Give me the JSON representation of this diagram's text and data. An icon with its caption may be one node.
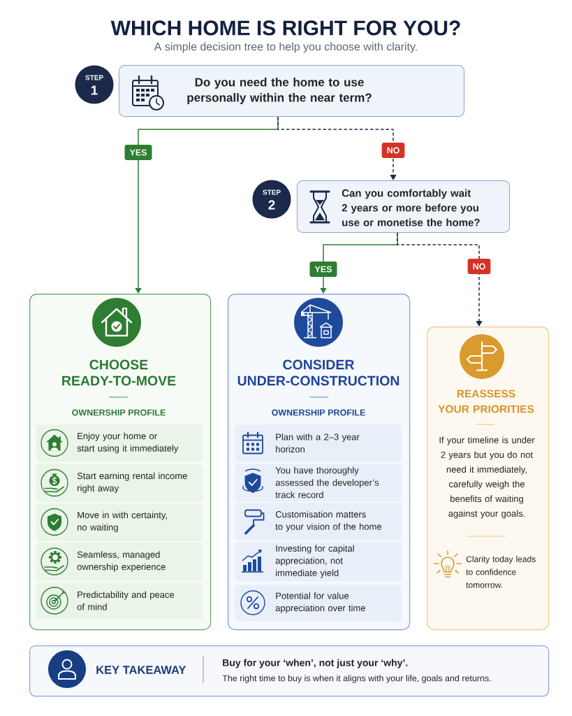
{
  "diagram": {
    "title": "WHICH HOME IS RIGHT FOR YOU?",
    "nodes": [
      {
        "text": [
          "STEP",
          "1"
        ]
      },
      {
        "text": [
          "Do you need the home to use personally within the near term?"
        ]
      },
      {
        "text": [
          "STEP",
          "2"
        ]
      },
      {
        "text": [
          "Can you comfortably wait 2 years or more before you use or monetise the home?"
        ]
      },
      {
        "text": [
          "CHOOSE READY-TO-MOVE",
          "OWNERSHIP PROFILE"
        ]
      },
      {
        "text": [
          "Enjoy your home or start using it immediately"
        ],
        "in": 4
      },
      {
        "text": [
          "Start earning rental income right away"
        ],
        "in": 4
      },
      {
        "text": [
          "Move in with certainty, no waiting"
        ],
        "in": 4
      },
      {
        "text": [
          "Seamless, managed ownership experience"
        ],
        "in": 4
      },
      {
        "text": [
          "Predictability and peace of mind"
        ],
        "in": 4
      },
      {
        "text": [
          "CONSIDER UNDER-CONSTRUCTION",
          "OWNERSHIP PROFILE"
        ]
      },
      {
        "text": [
          "Plan with a 2–3 year horizon"
        ],
        "in": 10
      },
      {
        "text": [
          "You have thoroughly assessed the developer’s track record"
        ],
        "in": 10
      },
      {
        "text": [
          "Customisation matters to your vision of the home"
        ],
        "in": 10
      },
      {
        "text": [
          "Investing for capital appreciation, not immediate yield"
        ],
        "in": 10
      },
      {
        "text": [
          "Potential for value appreciation over time"
        ],
        "in": 10
      },
      {
        "text": [
          "REASSESS YOUR PRIORITIES",
          "If your timeline is under 2 years but you do not need it immediately, carefully weigh the benefits of waiting against your goals.",
          "Clarity today leads to confidence tomorrow."
        ]
      },
      {
        "text": [
          "KEY TAKEAWAY",
          "Buy for your ‘when’, not just your ‘why’.",
          "The right time to buy is when it aligns with your life, goals and returns."
        ]
      }
    ],
    "edges": [
      {
        "from": 1,
        "to": 4,
        "arrow": "to",
        "label": "YES",
        "color": "#2e7d32"
      },
      {
        "from": 1,
        "to": 3,
        "arrow": "to",
        "label": "NO",
        "style": "dashed",
        "color": "#1f2d4d"
      },
      {
        "from": 3,
        "to": 10,
        "arrow": "to",
        "label": "YES",
        "color": "#2e7d32"
      },
      {
        "from": 3,
        "to": 16,
        "arrow": "to",
        "label": "NO",
        "style": "dashed",
        "color": "#1f2d4d"
      }
    ],
    "labels": [
      "A simple decision tree to help you choose with clarity."
    ]
  }
}
